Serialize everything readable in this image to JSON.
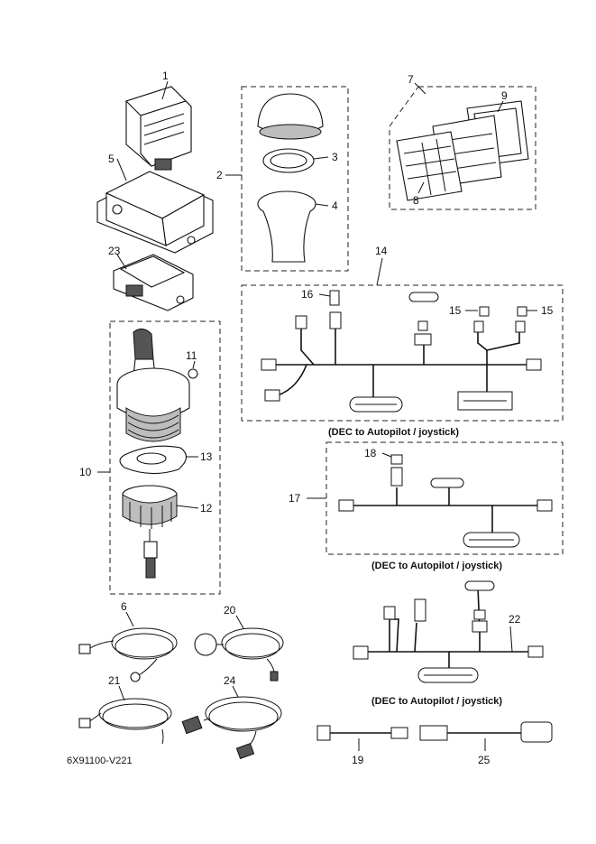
{
  "diagram_code": "6X91100-V221",
  "captions": {
    "harness_14": "(DEC to Autopilot / joystick)",
    "harness_17": "(DEC to Autopilot / joystick)",
    "harness_22": "(DEC to Autopilot / joystick)"
  },
  "callouts": {
    "c1": "1",
    "c2": "2",
    "c3": "3",
    "c4": "4",
    "c5": "5",
    "c6": "6",
    "c7": "7",
    "c8": "8",
    "c9": "9",
    "c10": "10",
    "c11": "11",
    "c12": "12",
    "c13": "13",
    "c14": "14",
    "c15a": "15",
    "c15b": "15",
    "c16": "16",
    "c17": "17",
    "c18": "18",
    "c19": "19",
    "c20": "20",
    "c21": "21",
    "c22": "22",
    "c23": "23",
    "c24": "24",
    "c25": "25"
  }
}
